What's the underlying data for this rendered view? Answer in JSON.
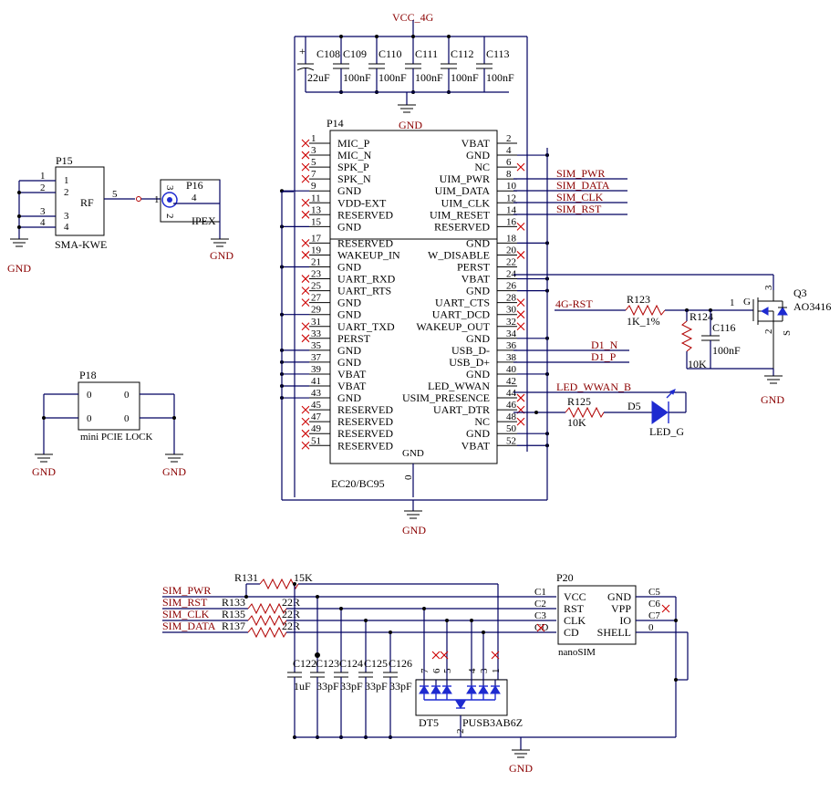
{
  "power": {
    "vcc": "VCC_4G",
    "gnd": "GND"
  },
  "caps_top": [
    {
      "ref": "C108",
      "val": "22uF"
    },
    {
      "ref": "C109",
      "val": "100nF"
    },
    {
      "ref": "C110",
      "val": "100nF"
    },
    {
      "ref": "C111",
      "val": "100nF"
    },
    {
      "ref": "C112",
      "val": "100nF"
    },
    {
      "ref": "C113",
      "val": "100nF"
    }
  ],
  "module": {
    "ref": "P14",
    "name": "EC20/BC95",
    "bottom_pin": "0",
    "bottom_label": "GND",
    "left_pins": [
      {
        "num": "1",
        "name": "MIC_P"
      },
      {
        "num": "3",
        "name": "MIC_N"
      },
      {
        "num": "5",
        "name": "SPK_P"
      },
      {
        "num": "7",
        "name": "SPK_N"
      },
      {
        "num": "9",
        "name": "GND"
      },
      {
        "num": "11",
        "name": "VDD-EXT"
      },
      {
        "num": "13",
        "name": "RESERVED"
      },
      {
        "num": "15",
        "name": "GND"
      },
      {
        "num": "17",
        "name": "RESERVED"
      },
      {
        "num": "19",
        "name": "WAKEUP_IN"
      },
      {
        "num": "21",
        "name": "GND"
      },
      {
        "num": "23",
        "name": "UART_RXD"
      },
      {
        "num": "25",
        "name": "UART_RTS"
      },
      {
        "num": "27",
        "name": "GND"
      },
      {
        "num": "29",
        "name": "GND"
      },
      {
        "num": "31",
        "name": "UART_TXD"
      },
      {
        "num": "33",
        "name": "PERST"
      },
      {
        "num": "35",
        "name": "GND"
      },
      {
        "num": "37",
        "name": "GND"
      },
      {
        "num": "39",
        "name": "VBAT"
      },
      {
        "num": "41",
        "name": "VBAT"
      },
      {
        "num": "43",
        "name": "GND"
      },
      {
        "num": "45",
        "name": "RESERVED"
      },
      {
        "num": "47",
        "name": "RESERVED"
      },
      {
        "num": "49",
        "name": "RESERVED"
      },
      {
        "num": "51",
        "name": "RESERVED"
      }
    ],
    "right_pins": [
      {
        "num": "2",
        "name": "VBAT"
      },
      {
        "num": "4",
        "name": "GND"
      },
      {
        "num": "6",
        "name": "NC"
      },
      {
        "num": "8",
        "name": "UIM_PWR"
      },
      {
        "num": "10",
        "name": "UIM_DATA"
      },
      {
        "num": "12",
        "name": "UIM_CLK"
      },
      {
        "num": "14",
        "name": "UIM_RESET"
      },
      {
        "num": "16",
        "name": "RESERVED"
      },
      {
        "num": "18",
        "name": "GND"
      },
      {
        "num": "20",
        "name": "W_DISABLE"
      },
      {
        "num": "22",
        "name": "PERST"
      },
      {
        "num": "24",
        "name": "VBAT"
      },
      {
        "num": "26",
        "name": "GND"
      },
      {
        "num": "28",
        "name": "UART_CTS"
      },
      {
        "num": "30",
        "name": "UART_DCD"
      },
      {
        "num": "32",
        "name": "WAKEUP_OUT"
      },
      {
        "num": "34",
        "name": "GND"
      },
      {
        "num": "36",
        "name": "USB_D-"
      },
      {
        "num": "38",
        "name": "USB_D+"
      },
      {
        "num": "40",
        "name": "GND"
      },
      {
        "num": "42",
        "name": "LED_WWAN"
      },
      {
        "num": "44",
        "name": "USIM_PRESENCE"
      },
      {
        "num": "46",
        "name": "UART_DTR"
      },
      {
        "num": "48",
        "name": "NC"
      },
      {
        "num": "50",
        "name": "GND"
      },
      {
        "num": "52",
        "name": "VBAT"
      }
    ]
  },
  "nets": {
    "sim_pwr": "SIM_PWR",
    "sim_data": "SIM_DATA",
    "sim_clk": "SIM_CLK",
    "sim_rst": "SIM_RST",
    "rst_4g": "4G-RST",
    "d1n": "D1_N",
    "d1p": "D1_P",
    "led": "LED_WWAN_B"
  },
  "p15": {
    "ref": "P15",
    "name": "SMA-KWE",
    "label": "RF",
    "pins": [
      "1",
      "2",
      "3",
      "4"
    ],
    "out_pin": "5"
  },
  "p16": {
    "ref": "P16",
    "name": "IPEX",
    "pins": [
      "1",
      "2",
      "3",
      "4"
    ]
  },
  "p18": {
    "ref": "P18",
    "name": "mini PCIE LOCK",
    "pins": [
      "0",
      "0",
      "0",
      "0"
    ]
  },
  "q3": {
    "ref": "Q3",
    "part": "AO3416",
    "pins": [
      "1",
      "2",
      "3"
    ],
    "g": "G",
    "s": "S"
  },
  "r123": {
    "ref": "R123",
    "val": "1K_1%"
  },
  "r124": {
    "ref": "R124",
    "val": "10K"
  },
  "c116": {
    "ref": "C116",
    "val": "100nF"
  },
  "r125": {
    "ref": "R125",
    "val": "10K"
  },
  "d5": {
    "ref": "D5",
    "name": "LED_G"
  },
  "sim_section": {
    "r131": {
      "ref": "R131",
      "val": "15K"
    },
    "r133": {
      "ref": "R133",
      "val": "22R"
    },
    "r135": {
      "ref": "R135",
      "val": "22R"
    },
    "r137": {
      "ref": "R137",
      "val": "22R"
    },
    "caps": [
      {
        "ref": "C122",
        "val": "1uF"
      },
      {
        "ref": "C123",
        "val": "33pF"
      },
      {
        "ref": "C124",
        "val": "33pF"
      },
      {
        "ref": "C125",
        "val": "33pF"
      },
      {
        "ref": "C126",
        "val": "33pF"
      }
    ],
    "dt5": {
      "ref": "DT5",
      "part": "PUSB3AB6Z",
      "pins": [
        "7",
        "6",
        "5",
        "4",
        "3",
        "1",
        "2"
      ]
    },
    "p20": {
      "ref": "P20",
      "name": "nanoSIM",
      "left": [
        "VCC",
        "RST",
        "CLK",
        "CD"
      ],
      "right": [
        "GND",
        "VPP",
        "IO",
        "SHELL"
      ],
      "lpins": [
        "C1",
        "C2",
        "C3",
        "CD"
      ],
      "rpins": [
        "C5",
        "C6",
        "C7",
        "0"
      ]
    }
  }
}
